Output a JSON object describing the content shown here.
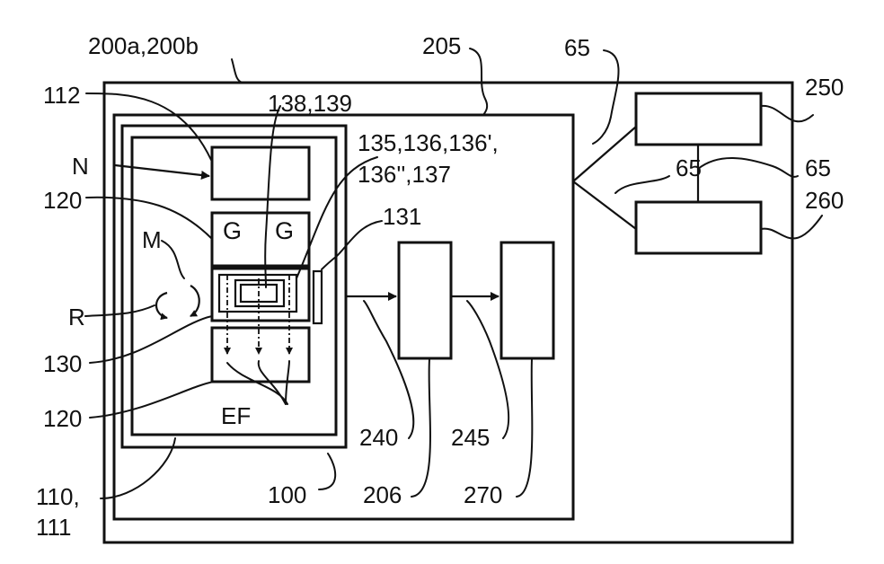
{
  "labels": {
    "l200ab": "200a,200b",
    "l205": "205",
    "l65a": "65",
    "l250": "250",
    "l112": "112",
    "l138": "138,139",
    "l135a": "135,136,136',",
    "l135b": "136'',137",
    "lN": "N",
    "l65b": "65",
    "l65c": "65",
    "l120a": "120",
    "l131": "131",
    "l260": "260",
    "lM": "M",
    "lG1": "G",
    "lG2": "G",
    "lR": "R",
    "l130": "130",
    "l120b": "120",
    "lEF": "EF",
    "l240": "240",
    "l245": "245",
    "l110": "110,",
    "l111": "111",
    "l100": "100",
    "l206": "206",
    "l270": "270"
  }
}
